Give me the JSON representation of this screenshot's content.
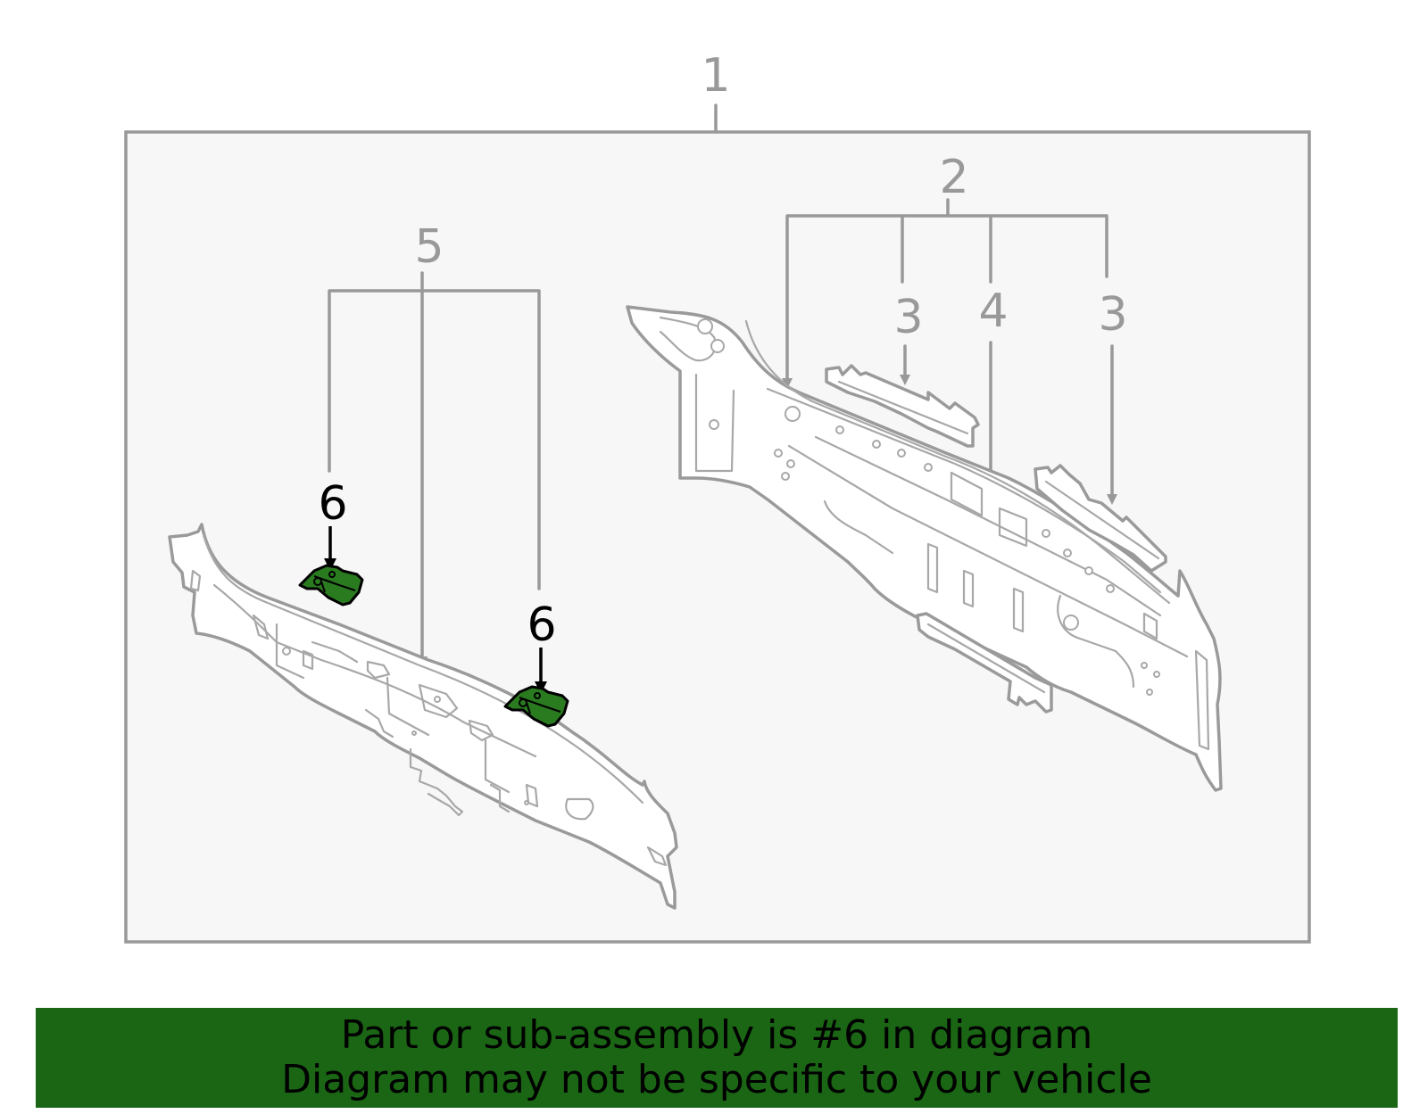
{
  "callouts": {
    "c1": "1",
    "c2": "2",
    "c3a": "3",
    "c3b": "3",
    "c4": "4",
    "c5": "5",
    "c6a": "6",
    "c6b": "6"
  },
  "highlighted_part": "6",
  "colors": {
    "frame_background": "#f7f7f7",
    "line_gray": "#999999",
    "highlight_green": "#2a7a20",
    "banner_green": "#1a6614"
  },
  "banner": {
    "line1": "Part or sub-assembly is #6 in diagram",
    "line2": "Diagram may not be specific to your vehicle"
  }
}
